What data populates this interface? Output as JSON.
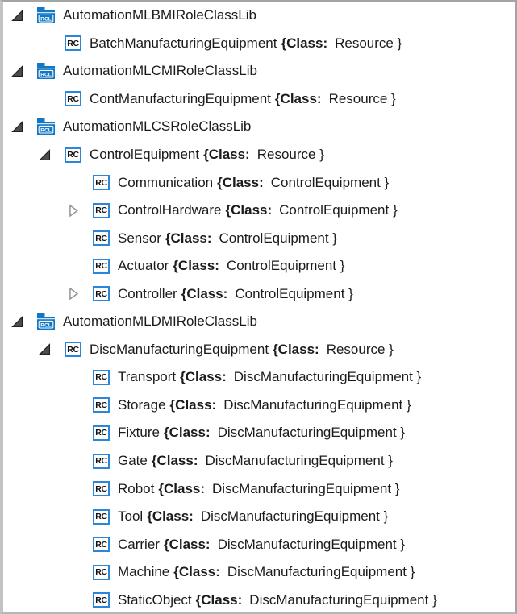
{
  "panel": {
    "background": "#ffffff",
    "border_color": "#a4a4a4"
  },
  "colors": {
    "icon_blue": "#1277C4",
    "rc_border_blue": "#2B86D9",
    "text": "#1B1B1B",
    "expander_fill": "#4D4D4D",
    "expander_edge": "#222222",
    "expander_outline": "#8F8F8F"
  },
  "icons": {
    "rcl_label": "RCL",
    "rc_label": "RC"
  },
  "tree": {
    "rows": [
      {
        "name": "AutomationMLBMIRoleClassLib",
        "level": 0,
        "icon": "rcl",
        "expander": "expanded"
      },
      {
        "name": "BatchManufacturingEquipment",
        "level": 1,
        "icon": "rc",
        "expander": "none",
        "class_key": "{Class:",
        "class_value": "Resource }"
      },
      {
        "name": "AutomationMLCMIRoleClassLib",
        "level": 0,
        "icon": "rcl",
        "expander": "expanded"
      },
      {
        "name": "ContManufacturingEquipment",
        "level": 1,
        "icon": "rc",
        "expander": "none",
        "class_key": "{Class:",
        "class_value": "Resource }"
      },
      {
        "name": "AutomationMLCSRoleClassLib",
        "level": 0,
        "icon": "rcl",
        "expander": "expanded"
      },
      {
        "name": "ControlEquipment",
        "level": 1,
        "icon": "rc",
        "expander": "expanded",
        "class_key": "{Class:",
        "class_value": "Resource }"
      },
      {
        "name": "Communication",
        "level": 2,
        "icon": "rc",
        "expander": "none",
        "class_key": "{Class:",
        "class_value": "ControlEquipment }"
      },
      {
        "name": "ControlHardware",
        "level": 2,
        "icon": "rc",
        "expander": "collapsed",
        "class_key": "{Class:",
        "class_value": "ControlEquipment }"
      },
      {
        "name": "Sensor",
        "level": 2,
        "icon": "rc",
        "expander": "none",
        "class_key": "{Class:",
        "class_value": "ControlEquipment }"
      },
      {
        "name": "Actuator",
        "level": 2,
        "icon": "rc",
        "expander": "none",
        "class_key": "{Class:",
        "class_value": "ControlEquipment }"
      },
      {
        "name": "Controller",
        "level": 2,
        "icon": "rc",
        "expander": "collapsed",
        "class_key": "{Class:",
        "class_value": "ControlEquipment }"
      },
      {
        "name": "AutomationMLDMIRoleClassLib",
        "level": 0,
        "icon": "rcl",
        "expander": "expanded"
      },
      {
        "name": "DiscManufacturingEquipment",
        "level": 1,
        "icon": "rc",
        "expander": "expanded",
        "class_key": "{Class:",
        "class_value": "Resource }"
      },
      {
        "name": "Transport",
        "level": 2,
        "icon": "rc",
        "expander": "none",
        "class_key": "{Class:",
        "class_value": "DiscManufacturingEquipment }"
      },
      {
        "name": "Storage",
        "level": 2,
        "icon": "rc",
        "expander": "none",
        "class_key": "{Class:",
        "class_value": "DiscManufacturingEquipment }"
      },
      {
        "name": "Fixture",
        "level": 2,
        "icon": "rc",
        "expander": "none",
        "class_key": "{Class:",
        "class_value": "DiscManufacturingEquipment }"
      },
      {
        "name": "Gate",
        "level": 2,
        "icon": "rc",
        "expander": "none",
        "class_key": "{Class:",
        "class_value": "DiscManufacturingEquipment }"
      },
      {
        "name": "Robot",
        "level": 2,
        "icon": "rc",
        "expander": "none",
        "class_key": "{Class:",
        "class_value": "DiscManufacturingEquipment }"
      },
      {
        "name": "Tool",
        "level": 2,
        "icon": "rc",
        "expander": "none",
        "class_key": "{Class:",
        "class_value": "DiscManufacturingEquipment }"
      },
      {
        "name": "Carrier",
        "level": 2,
        "icon": "rc",
        "expander": "none",
        "class_key": "{Class:",
        "class_value": "DiscManufacturingEquipment }"
      },
      {
        "name": "Machine",
        "level": 2,
        "icon": "rc",
        "expander": "none",
        "class_key": "{Class:",
        "class_value": "DiscManufacturingEquipment }"
      },
      {
        "name": "StaticObject",
        "level": 2,
        "icon": "rc",
        "expander": "none",
        "class_key": "{Class:",
        "class_value": "DiscManufacturingEquipment }"
      }
    ]
  }
}
